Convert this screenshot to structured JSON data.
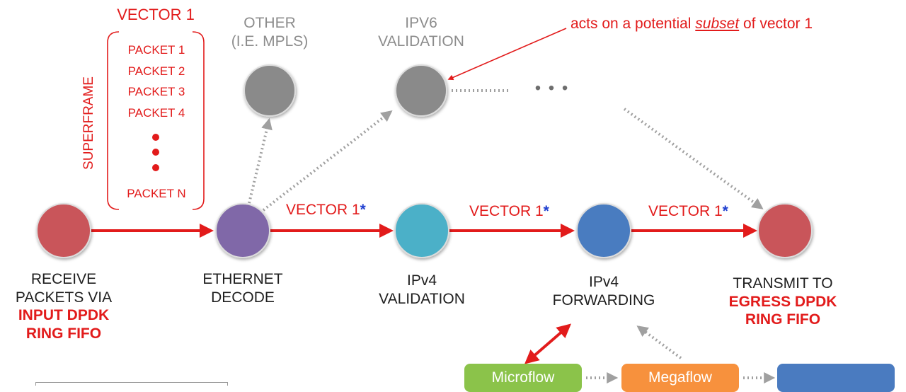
{
  "colors": {
    "red": "#e21b1b",
    "node_receive": "#c9545a",
    "node_ethernet": "#8067a8",
    "node_ipv4_validation": "#4bb0c8",
    "node_ipv4_forwarding": "#4a7bc0",
    "node_transmit": "#c9545a",
    "node_gray": "#8a8a8a",
    "microflow": "#8bc34a",
    "megaflow": "#f7913d",
    "third_box": "#4a7bc0"
  },
  "vector": {
    "title": "VECTOR 1",
    "superframe": "SUPERFRAME",
    "packets": [
      "PACKET 1",
      "PACKET 2",
      "PACKET 3",
      "PACKET 4"
    ],
    "last_packet": "PACKET N"
  },
  "nodes": {
    "other": [
      "OTHER",
      "(I.E. MPLS)"
    ],
    "ipv6": [
      "IPV6",
      "VALIDATION"
    ],
    "receive": [
      "RECEIVE",
      "PACKETS VIA"
    ],
    "receive_red": [
      "INPUT DPDK",
      "RING FIFO"
    ],
    "ethernet": [
      "ETHERNET",
      "DECODE"
    ],
    "ipv4_validation": [
      "IPv4",
      "VALIDATION"
    ],
    "ipv4_forwarding": [
      "IPv4",
      "FORWARDING"
    ],
    "transmit": "TRANSMIT TO",
    "transmit_red": [
      "EGRESS DPDK",
      "RING FIFO"
    ]
  },
  "edges": {
    "label": "VECTOR 1",
    "star": "*"
  },
  "annotation": {
    "before": "acts on a potential ",
    "emph": "subset",
    "after": " of vector 1"
  },
  "ellipsis": "• • •",
  "boxes": {
    "microflow": "Microflow",
    "megaflow": "Megaflow"
  }
}
